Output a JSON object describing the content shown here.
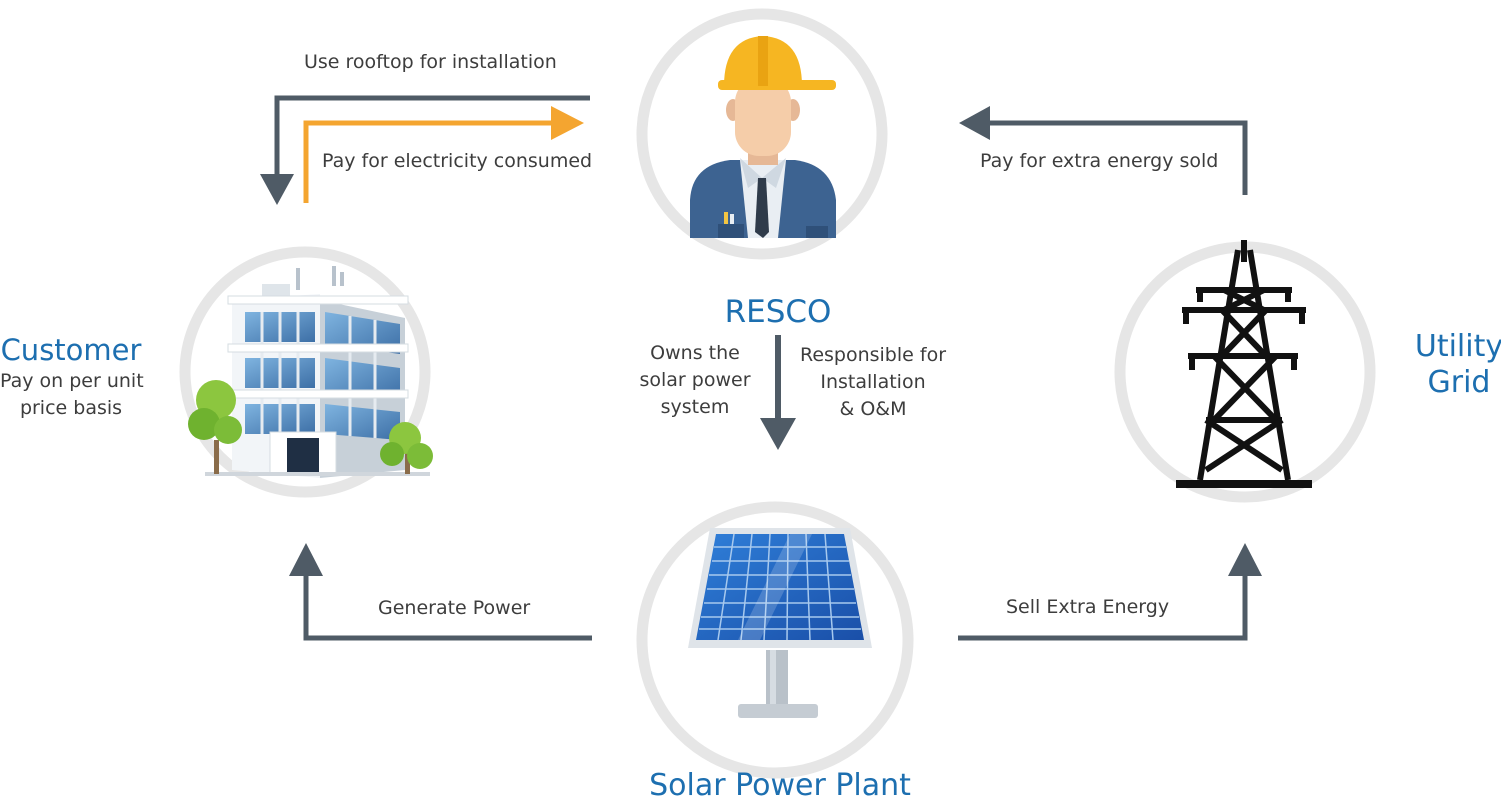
{
  "nodes": {
    "resco": {
      "title": "RESCO"
    },
    "customer": {
      "title": "Customer",
      "subtitle_line1": "Pay on per unit",
      "subtitle_line2": "price basis"
    },
    "utility": {
      "title_line1": "Utility",
      "title_line2": "Grid"
    },
    "solar": {
      "title": "Solar Power Plant"
    }
  },
  "flows": {
    "use_rooftop": "Use rooftop for installation",
    "pay_consumed": "Pay for electricity consumed",
    "pay_extra_sold": "Pay for extra energy sold",
    "owns_line1": "Owns the",
    "owns_line2": "solar power",
    "owns_line3": "system",
    "resp_line1": "Responsible for",
    "resp_line2": "Installation",
    "resp_line3": "& O&M",
    "generate_power": "Generate Power",
    "sell_extra": "Sell Extra Energy"
  },
  "colors": {
    "title_blue": "#1d6fb0",
    "arrow_gray": "#4f5b66",
    "arrow_orange": "#f4a530",
    "circle_ring": "#e6e6e6"
  }
}
